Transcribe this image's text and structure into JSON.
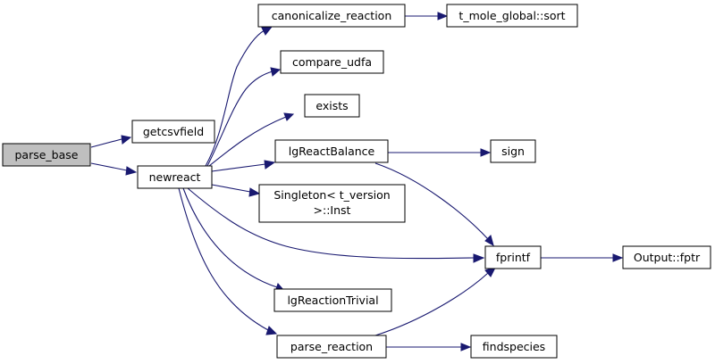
{
  "nodes": {
    "parse_base": {
      "label": "parse_base"
    },
    "getcsvfield": {
      "label": "getcsvfield"
    },
    "newreact": {
      "label": "newreact"
    },
    "canonicalize_reaction": {
      "label": "canonicalize_reaction"
    },
    "t_mole_global_sort": {
      "label": "t_mole_global::sort"
    },
    "compare_udfa": {
      "label": "compare_udfa"
    },
    "exists": {
      "label": "exists"
    },
    "lgReactBalance": {
      "label": "lgReactBalance"
    },
    "sign": {
      "label": "sign"
    },
    "singleton_inst_line1": {
      "label": "Singleton< t_version"
    },
    "singleton_inst_line2": {
      "label": ">::Inst"
    },
    "fprintf": {
      "label": "fprintf"
    },
    "output_fptr": {
      "label": "Output::fptr"
    },
    "lgReactionTrivial": {
      "label": "lgReactionTrivial"
    },
    "parse_reaction": {
      "label": "parse_reaction"
    },
    "findspecies": {
      "label": "findspecies"
    }
  },
  "edges": [
    [
      "parse_base",
      "getcsvfield"
    ],
    [
      "parse_base",
      "newreact"
    ],
    [
      "newreact",
      "canonicalize_reaction"
    ],
    [
      "newreact",
      "compare_udfa"
    ],
    [
      "newreact",
      "exists"
    ],
    [
      "newreact",
      "lgReactBalance"
    ],
    [
      "newreact",
      "singleton_inst"
    ],
    [
      "newreact",
      "fprintf"
    ],
    [
      "newreact",
      "lgReactionTrivial"
    ],
    [
      "newreact",
      "parse_reaction"
    ],
    [
      "canonicalize_reaction",
      "t_mole_global_sort"
    ],
    [
      "lgReactBalance",
      "sign"
    ],
    [
      "lgReactBalance",
      "fprintf"
    ],
    [
      "fprintf",
      "output_fptr"
    ],
    [
      "parse_reaction",
      "fprintf"
    ],
    [
      "parse_reaction",
      "findspecies"
    ]
  ],
  "colors": {
    "edge": "#191970",
    "root_fill": "#bfbfbf",
    "node_fill": "#ffffff",
    "node_border": "#000000"
  }
}
